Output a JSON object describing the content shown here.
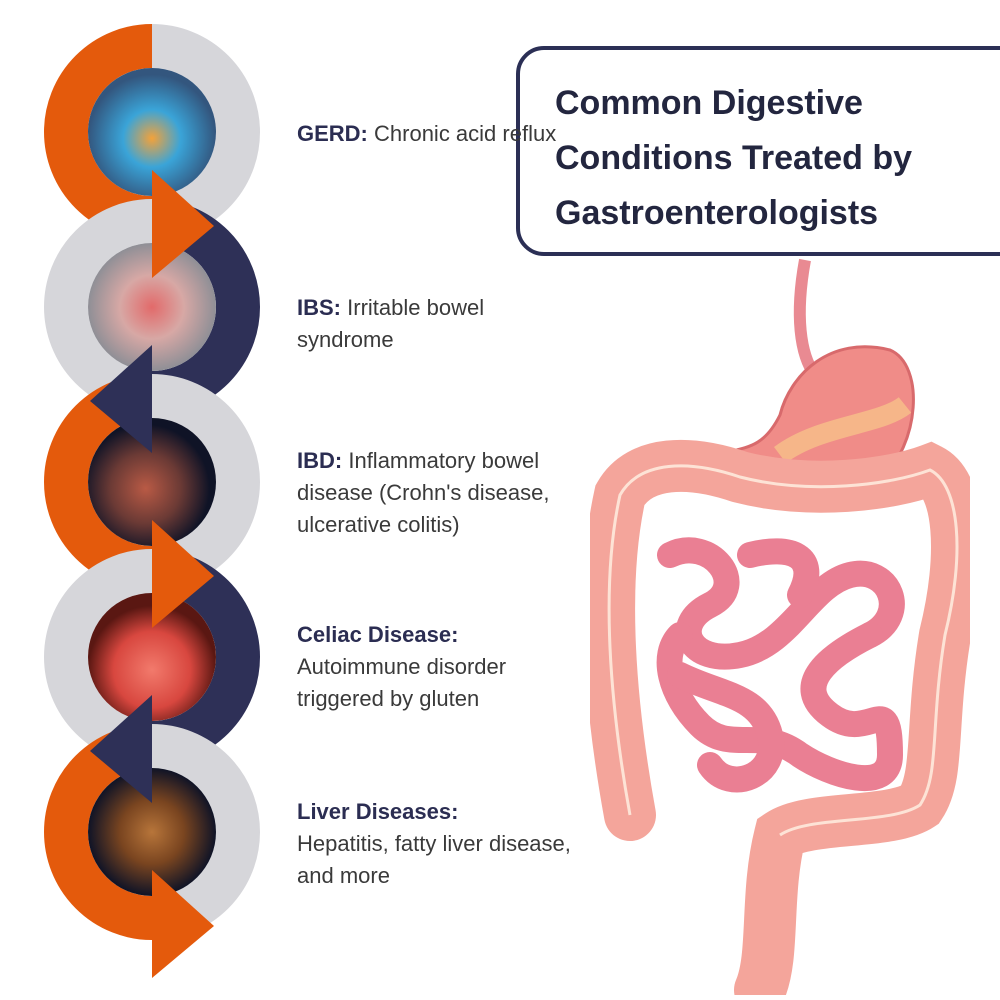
{
  "title": "Common Digestive Conditions Treated by Gastroenterologists",
  "colors": {
    "orange": "#e45a0c",
    "navy": "#2e3057",
    "gray": "#d6d6da",
    "text": "#3a3a3a"
  },
  "conditions": [
    {
      "name": "GERD:",
      "description": "Chronic acid reflux",
      "image": "heartburn-photo"
    },
    {
      "name": "IBS:",
      "description": "Irritable bowel syndrome",
      "image": "abdominal-pain-photo"
    },
    {
      "name": "IBD:",
      "description": "Inflammatory bowel disease (Crohn's disease, ulcerative colitis)",
      "image": "inflamed-intestine-photo"
    },
    {
      "name": "Celiac Disease:",
      "description": "Autoimmune disorder triggered by gluten",
      "image": "intestinal-villi-photo"
    },
    {
      "name": "Liver Diseases:",
      "description": "Hepatitis, fatty liver disease, and more",
      "image": "liver-photo"
    }
  ]
}
